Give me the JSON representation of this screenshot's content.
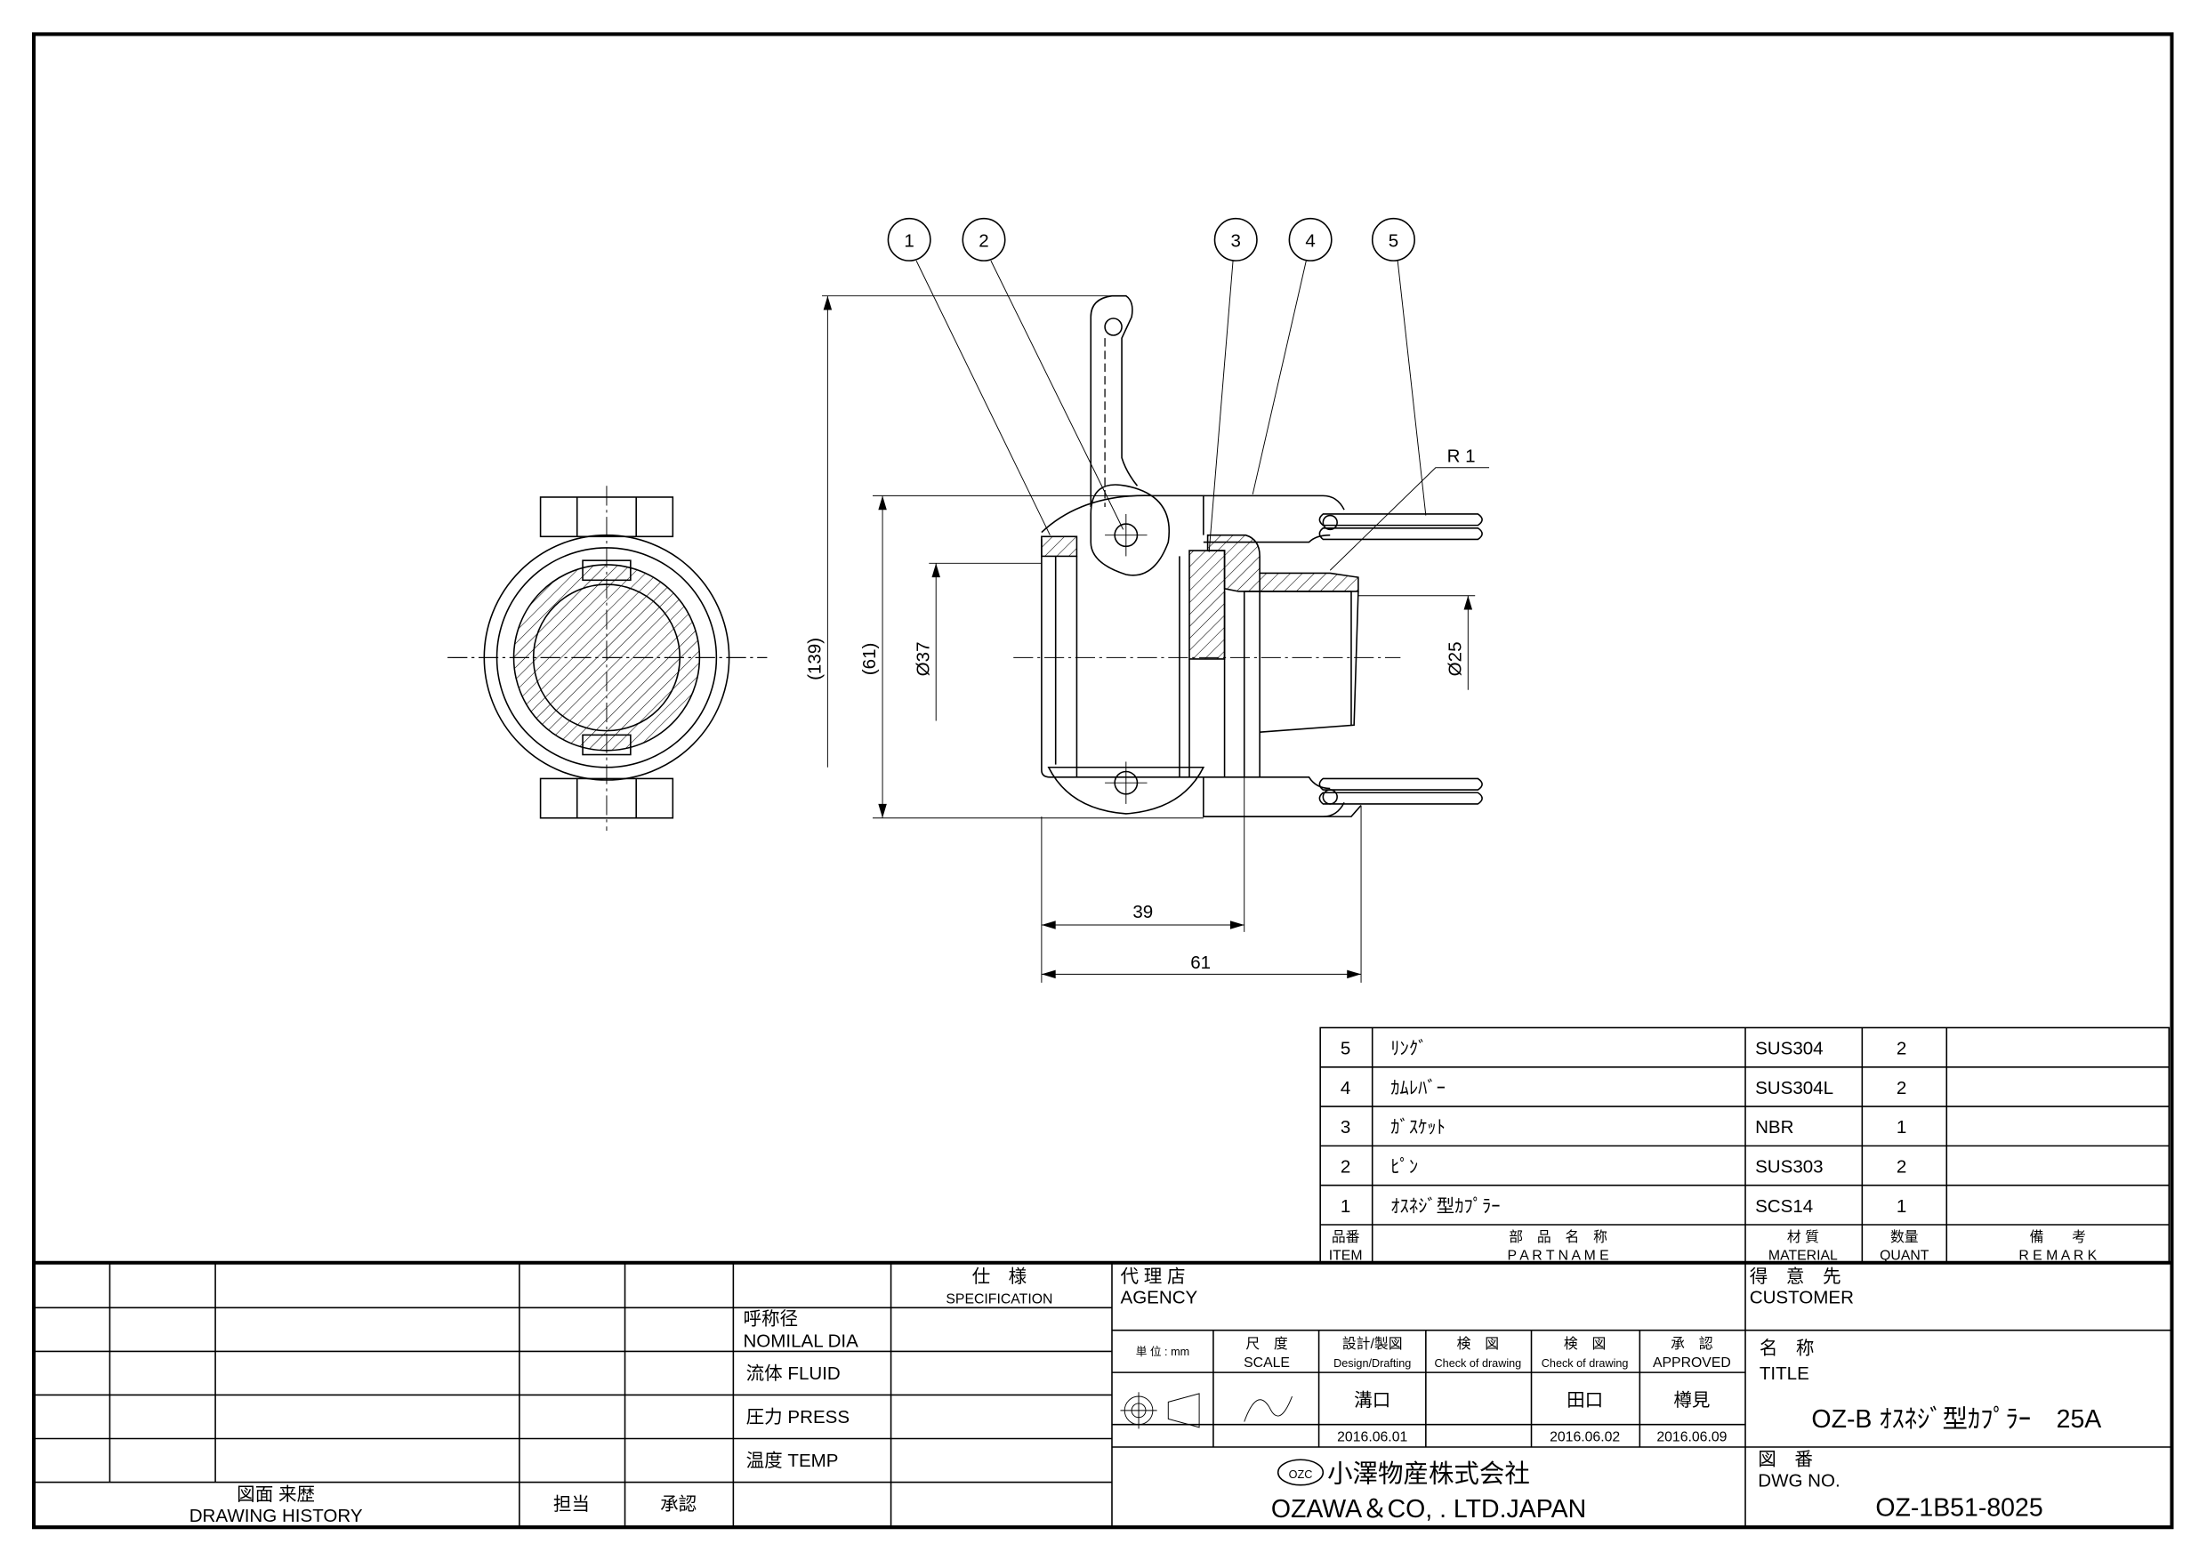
{
  "balloons": [
    "1",
    "2",
    "3",
    "4",
    "5"
  ],
  "dimensions": {
    "overall_height": "(139)",
    "body_height": "(61)",
    "dia_inner": "Ø37",
    "dia_thread": "Ø25",
    "length_a": "39",
    "length_b": "61",
    "thread": "R 1"
  },
  "parts_list": {
    "rows": [
      {
        "item": "5",
        "name": "ﾘﾝｸﾞ",
        "material": "SUS304",
        "quant": "2",
        "remark": ""
      },
      {
        "item": "4",
        "name": "ｶﾑﾚﾊﾞｰ",
        "material": "SUS304L",
        "quant": "2",
        "remark": ""
      },
      {
        "item": "3",
        "name": "ｶﾞｽｹｯﾄ",
        "material": "NBR",
        "quant": "1",
        "remark": ""
      },
      {
        "item": "2",
        "name": "ﾋﾟﾝ",
        "material": "SUS303",
        "quant": "2",
        "remark": ""
      },
      {
        "item": "1",
        "name": "ｵｽﾈｼﾞ型ｶﾌﾟﾗｰ",
        "material": "SCS14",
        "quant": "1",
        "remark": ""
      }
    ],
    "header": {
      "item_jp": "品番",
      "item_en": "ITEM",
      "name_jp": "部　品　名　称",
      "name_en": "P A R T   N A M E",
      "material_jp": "材 質",
      "material_en": "MATERIAL",
      "quant_jp": "数量",
      "quant_en": "QUANT",
      "remark_jp": "備　　考",
      "remark_en": "R E M A R K"
    }
  },
  "history": {
    "title_jp": "図面 来歴",
    "title_en": "DRAWING HISTORY",
    "person": "担当",
    "approve": "承認"
  },
  "spec": {
    "header_jp": "仕　様",
    "header_en": "SPECIFICATION",
    "nominal_jp": "呼称径",
    "nominal_en": "NOMILAL  DIA",
    "fluid": "流体  FLUID",
    "press": "圧力  PRESS",
    "temp": "温度  TEMP"
  },
  "agency": {
    "jp": "代 理 店",
    "en": "AGENCY"
  },
  "customer": {
    "jp": "得　意　先",
    "en": "CUSTOMER"
  },
  "approval": {
    "unit": "単 位 : mm",
    "scale_jp": "尺　度",
    "scale_en": "SCALE",
    "design_jp": "設計/製図",
    "design_en": "Design/Drafting",
    "check1_jp": "検　図",
    "check1_en": "Check of drawing",
    "check2_jp": "検　図",
    "check2_en": "Check of drawing",
    "approved_jp": "承　認",
    "approved_en": "APPROVED",
    "designer": "溝口",
    "designer_date": "2016.06.01",
    "checker2": "田口",
    "checker2_date": "2016.06.02",
    "approver": "樽見",
    "approver_date": "2016.06.09"
  },
  "title": {
    "jp": "名　称",
    "en": "TITLE",
    "value": "OZ-B ｵｽﾈｼﾞ型ｶﾌﾟﾗｰ　25A"
  },
  "company": {
    "logo": "OZC",
    "jp": "小澤物産株式会社",
    "en": "OZAWA＆CO, . LTD.JAPAN"
  },
  "drawing_no": {
    "jp": "図　番",
    "en": "DWG  NO.",
    "value": "OZ-1B51-8025"
  }
}
